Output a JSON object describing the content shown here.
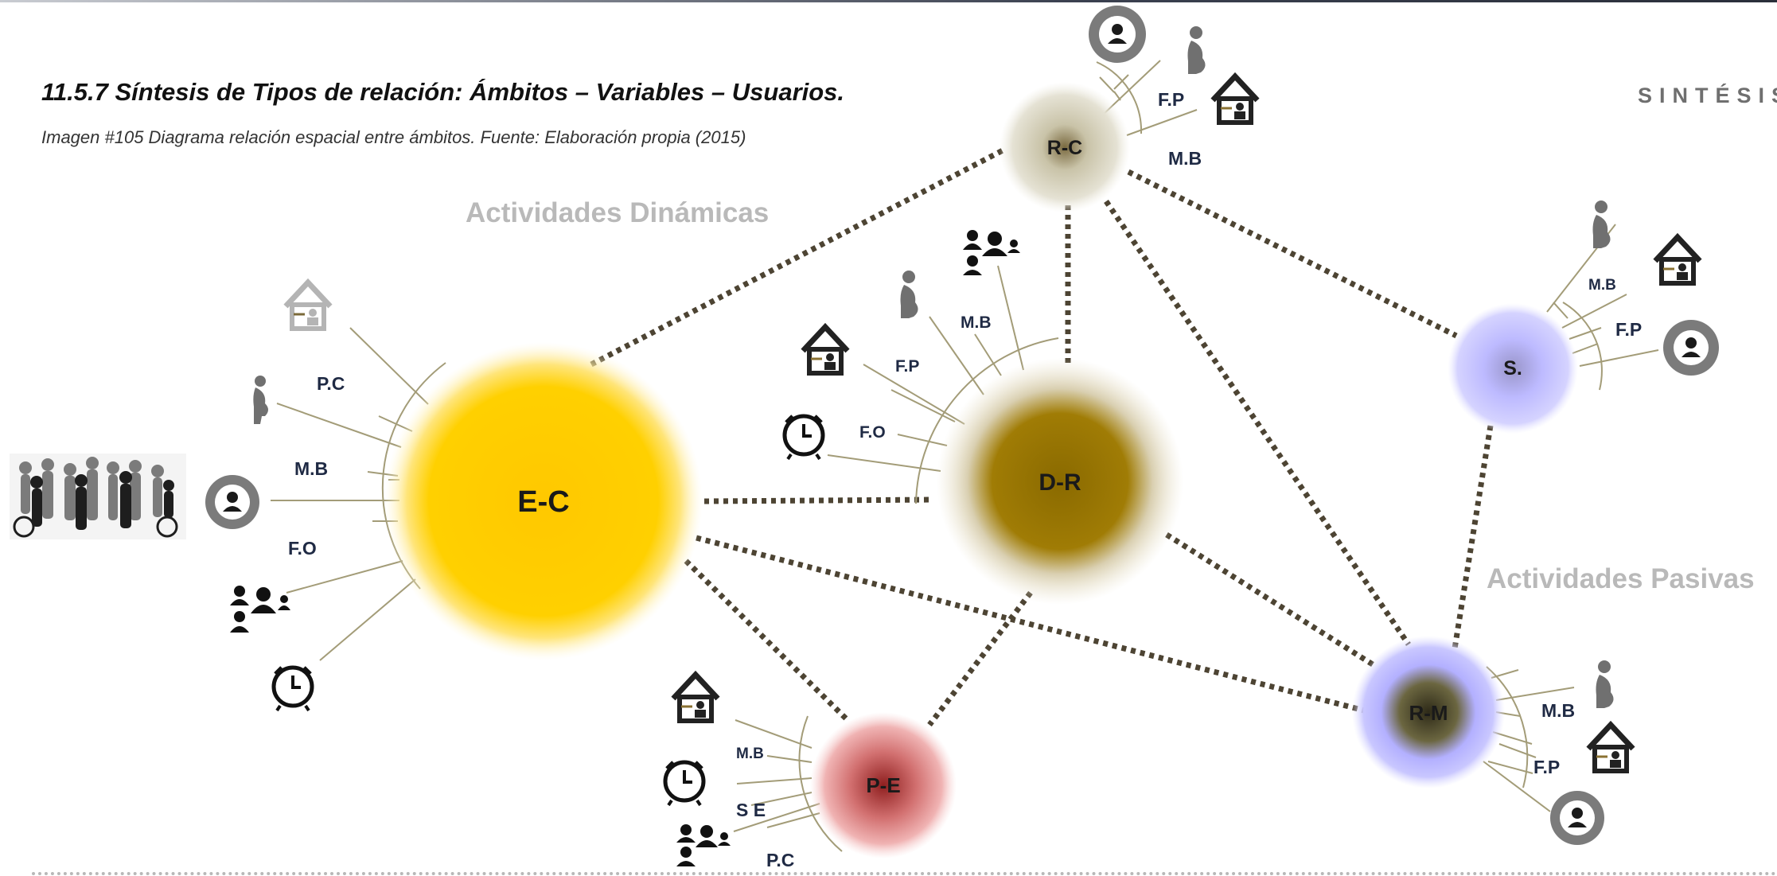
{
  "title": "11.5.7 Síntesis de Tipos de relación: Ámbitos – Variables – Usuarios.",
  "caption": "Imagen #105 Diagrama relación espacial entre ámbitos. Fuente: Elaboración propia (2015)",
  "section_label": "SINTÉSIS",
  "zones": {
    "dynamic": "Actividades Dinámicas",
    "passive": "Actividades Pasivas"
  },
  "nodes": {
    "ec": "E-C",
    "dr": "D-R",
    "rc": "R-C",
    "s": "S.",
    "rm": "R-M",
    "pe": "P-E"
  },
  "variables": {
    "ec": [
      "P.C",
      "M.B",
      "F.O"
    ],
    "dr": [
      "M.B",
      "F.P",
      "F.O"
    ],
    "rc": [
      "F.P",
      "M.B"
    ],
    "s": [
      "M.B",
      "F.P"
    ],
    "rm": [
      "M.B",
      "F.P"
    ],
    "pe": [
      "M.B",
      "S E",
      "P.C"
    ]
  },
  "colors": {
    "ec": "#ffcc00",
    "dr": "#9a7600",
    "rc": "#b5ae95",
    "s": "#b5b3ff",
    "rm": "#4a4530",
    "pe": "#a83232",
    "connector": "#4d4433"
  }
}
